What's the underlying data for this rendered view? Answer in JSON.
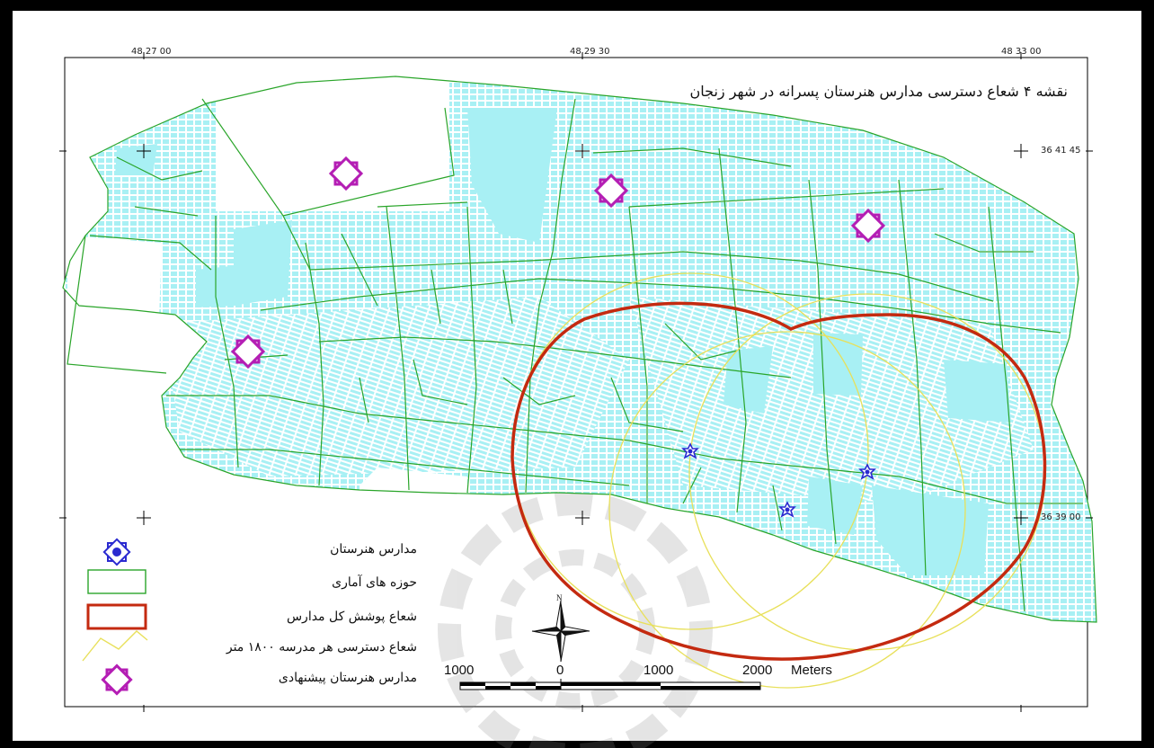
{
  "map": {
    "title": "نقشه ۴ شعاع دسترسی مدارس هنرستان پسرانه در شهر زنجان",
    "north_label": "N",
    "coords": {
      "top": [
        "48 27 00",
        "48 29 30",
        "48 33 00"
      ],
      "right": [
        "36 41 45",
        "36 39 00"
      ]
    },
    "scale": {
      "labels": [
        "1000",
        "0",
        "1000",
        "2000"
      ],
      "unit": "Meters"
    },
    "legend": {
      "items": [
        {
          "label": "مدارس هنرستان",
          "symbol": "school-star-blue"
        },
        {
          "label": "حوزه های آماری",
          "symbol": "statistical-zone-green-box"
        },
        {
          "label": "شعاع پوشش کل مدارس",
          "symbol": "total-coverage-red-box"
        },
        {
          "label": "شعاع دسترسی هر مدرسه ۱۸۰۰ متر",
          "symbol": "access-radius-yellow-line"
        },
        {
          "label": "مدارس هنرستان پیشنهادی",
          "symbol": "proposed-school-star-purple"
        }
      ]
    },
    "colors": {
      "blocks": "#a8f0f4",
      "zones": "#2aa52a",
      "coverage": "#c42a10",
      "radius": "#e8e05a",
      "school": "#2a2ad0",
      "proposed": "#b41eb4"
    }
  }
}
